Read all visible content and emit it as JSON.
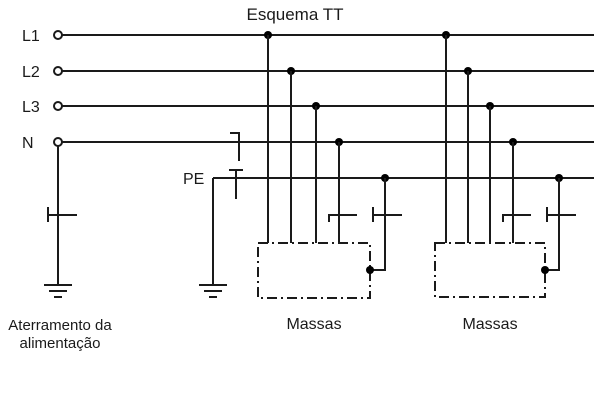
{
  "title": "Esquema TT",
  "buses": [
    {
      "label": "L1"
    },
    {
      "label": "L2"
    },
    {
      "label": "L3"
    },
    {
      "label": "N"
    }
  ],
  "pe_label": "PE",
  "source_ground_label": [
    "Aterramento da",
    "alimentação"
  ],
  "loads": [
    {
      "label": "Massas"
    },
    {
      "label": "Massas"
    }
  ],
  "colors": {
    "line": "#1a1a1a",
    "background": "#ffffff"
  }
}
